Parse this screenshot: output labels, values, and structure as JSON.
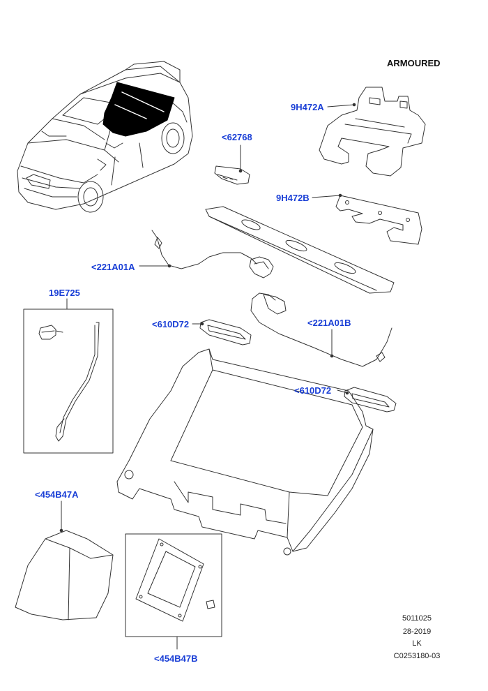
{
  "heading": "ARMOURED",
  "callouts": {
    "c9H472A": "9H472A",
    "c62768": "<62768",
    "c9H472B": "9H472B",
    "c221A01A": "<221A01A",
    "c19E725": "19E725",
    "c610D72a": "<610D72",
    "c221A01B": "<221A01B",
    "c610D72b": "<610D72",
    "c454B47A": "<454B47A",
    "c454B47B": "<454B47B"
  },
  "footer": {
    "line1": "5011025",
    "line2": "28-2019",
    "line3": "LK",
    "line4": "C0253180-03"
  },
  "colors": {
    "callout": "#1a3fd6",
    "line": "#333333"
  }
}
